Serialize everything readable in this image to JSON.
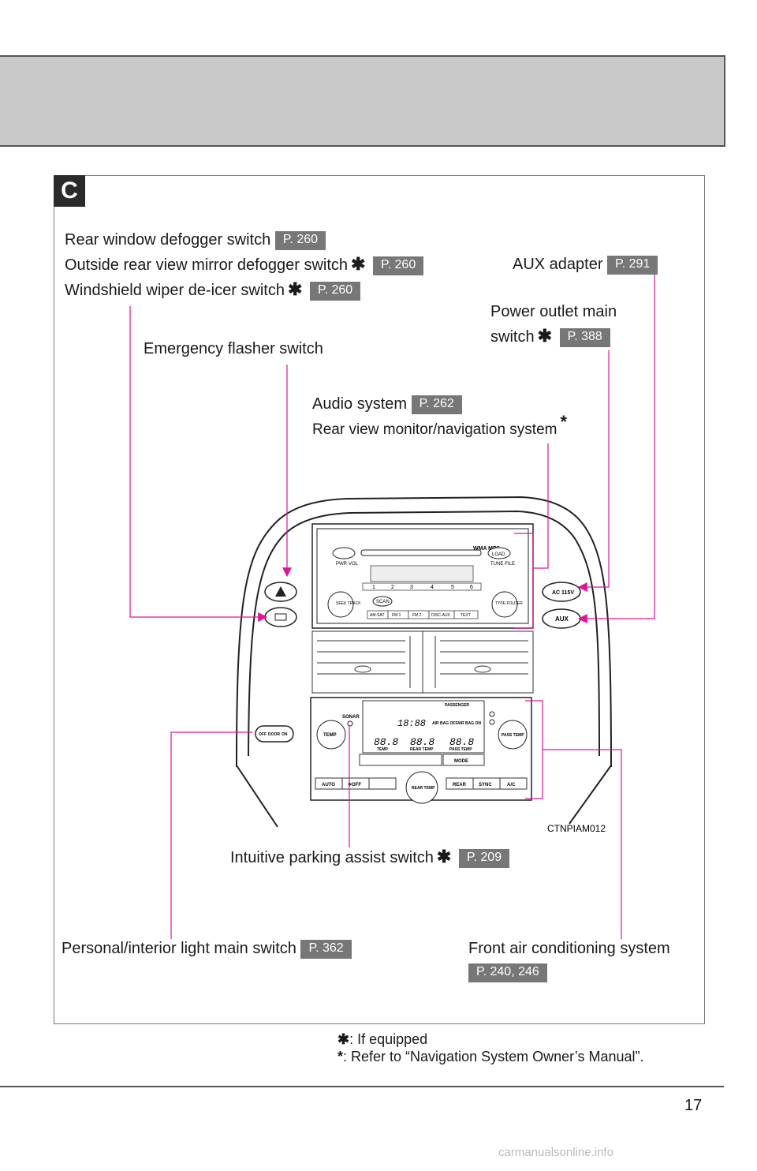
{
  "section": {
    "letter": "C"
  },
  "labels": {
    "rear_defogger": "Rear window defogger switch",
    "mirror_defogger": "Outside rear view mirror defogger switch",
    "deicer": "Windshield wiper de-icer switch",
    "aux": "AUX adapter",
    "power_outlet_line1": "Power outlet main",
    "power_outlet_line2": "switch",
    "emergency": "Emergency flasher switch",
    "audio": "Audio system",
    "rear_monitor": "Rear view monitor/navigation system",
    "parking_assist": "Intuitive parking assist switch",
    "personal_light": "Personal/interior light main switch",
    "front_ac": "Front air conditioning system"
  },
  "refs": {
    "rear_defogger": "P. 260",
    "mirror_defogger": "P. 260",
    "deicer": "P. 260",
    "aux": "P. 291",
    "power_outlet": "P. 388",
    "audio": "P. 262",
    "parking_assist": "P. 209",
    "personal_light": "P. 362",
    "front_ac": "P. 240, 246"
  },
  "symbols": {
    "equipped": "✱",
    "nav": "*"
  },
  "footnotes": {
    "equipped": ": If equipped",
    "nav": ": Refer to “Navigation System Owner’s Manual”."
  },
  "illustration": {
    "id": "CTNPIAM012",
    "audio": {
      "pwr_vol": "PWR·VOL",
      "wma_mp3": "WMA MP3",
      "load": "LOAD",
      "tune_file": "TUNE·FILE",
      "seek_track": "SEEK TRACK",
      "scan": "SCAN",
      "type_folder": "TYPE FOLDER",
      "presets": [
        "1",
        "2",
        "3",
        "4",
        "5",
        "6"
      ],
      "buttons": [
        "AM·SAT",
        "FM 1",
        "FM 2",
        "DISC·AUX",
        "TEXT"
      ]
    },
    "ac115": "AC 115V",
    "aux_btn": "AUX",
    "climate": {
      "sonar": "SONAR",
      "passenger": "PASSENGER",
      "airbag_off": "AIR BAG OFF",
      "airbag_on": "AIR BAG ON",
      "time": "18:88",
      "temp_digits": [
        "88.8",
        "88.8",
        "88.8"
      ],
      "temp": "TEMP",
      "rear_temp": "REAR TEMP",
      "pass_temp": "PASS TEMP",
      "mode": "MODE",
      "auto": "AUTO",
      "off": "✲OFF",
      "rear": "REAR",
      "sync": "SYNC",
      "ac": "A/C"
    },
    "light_switch": {
      "off": "OFF",
      "door": "DOOR",
      "on": "ON"
    }
  },
  "page_number": "17",
  "watermark": "carmanualsonline.info",
  "colors": {
    "leader": "#e0149a",
    "ref_bg": "#777777",
    "header_band": "#c9c9c9"
  }
}
